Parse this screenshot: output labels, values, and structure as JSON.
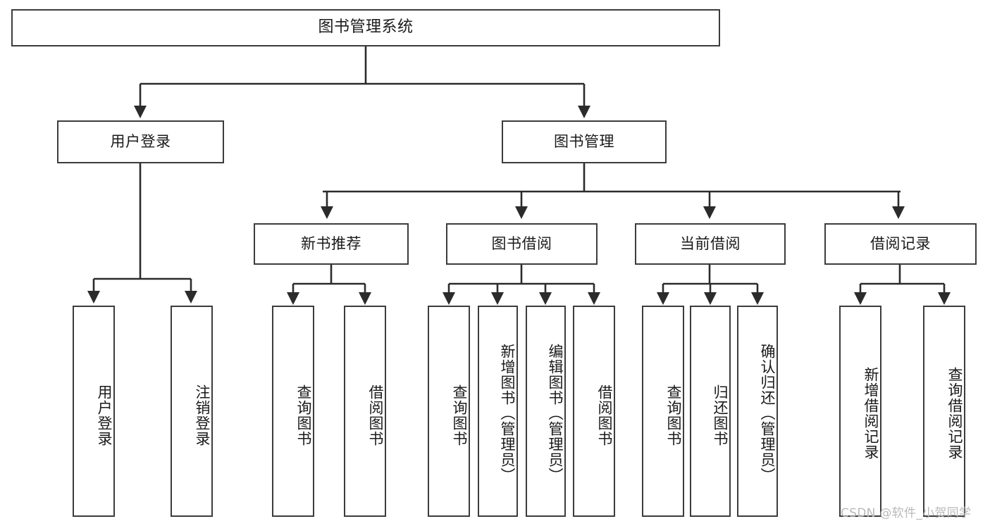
{
  "diagram": {
    "type": "tree-hierarchy-functional-decomposition",
    "title": "图书管理系统",
    "root": {
      "id": "root",
      "label": "图书管理系统"
    },
    "level2": [
      {
        "id": "user-login",
        "label": "用户登录"
      },
      {
        "id": "book-manage",
        "label": "图书管理"
      }
    ],
    "level3": [
      {
        "id": "new-book-recommend",
        "label": "新书推荐",
        "parent": "book-manage"
      },
      {
        "id": "book-borrow",
        "label": "图书借阅",
        "parent": "book-manage"
      },
      {
        "id": "current-borrow",
        "label": "当前借阅",
        "parent": "book-manage"
      },
      {
        "id": "borrow-record",
        "label": "借阅记录",
        "parent": "book-manage"
      }
    ],
    "leaves": [
      {
        "id": "leaf-user-login",
        "label": "用户登录",
        "parent": "user-login"
      },
      {
        "id": "leaf-user-logout",
        "label": "注销登录",
        "parent": "user-login"
      },
      {
        "id": "leaf-query-book-1",
        "label": "查询图书",
        "parent": "new-book-recommend"
      },
      {
        "id": "leaf-borrow-book-1",
        "label": "借阅图书",
        "parent": "new-book-recommend"
      },
      {
        "id": "leaf-query-book-2",
        "label": "查询图书",
        "parent": "book-borrow"
      },
      {
        "id": "leaf-add-book",
        "label": "新增图书（管理员）",
        "parent": "book-borrow"
      },
      {
        "id": "leaf-edit-book",
        "label": "编辑图书（管理员）",
        "parent": "book-borrow"
      },
      {
        "id": "leaf-borrow-book-2",
        "label": "借阅图书",
        "parent": "book-borrow"
      },
      {
        "id": "leaf-query-book-3",
        "label": "查询图书",
        "parent": "current-borrow"
      },
      {
        "id": "leaf-return-book",
        "label": "归还图书",
        "parent": "current-borrow"
      },
      {
        "id": "leaf-confirm-return",
        "label": "确认归还（管理员）",
        "parent": "current-borrow"
      },
      {
        "id": "leaf-add-record",
        "label": "新增借阅记录",
        "parent": "borrow-record"
      },
      {
        "id": "leaf-query-record",
        "label": "查询借阅记录",
        "parent": "borrow-record"
      }
    ],
    "colors": {
      "border": "#3c3c3c",
      "text": "#1a1a1a",
      "background": "#ffffff",
      "edge": "#2b2b2b",
      "watermark": "#b9b9b9"
    }
  },
  "watermark": {
    "text": "CSDN @软件_小贺同学"
  }
}
